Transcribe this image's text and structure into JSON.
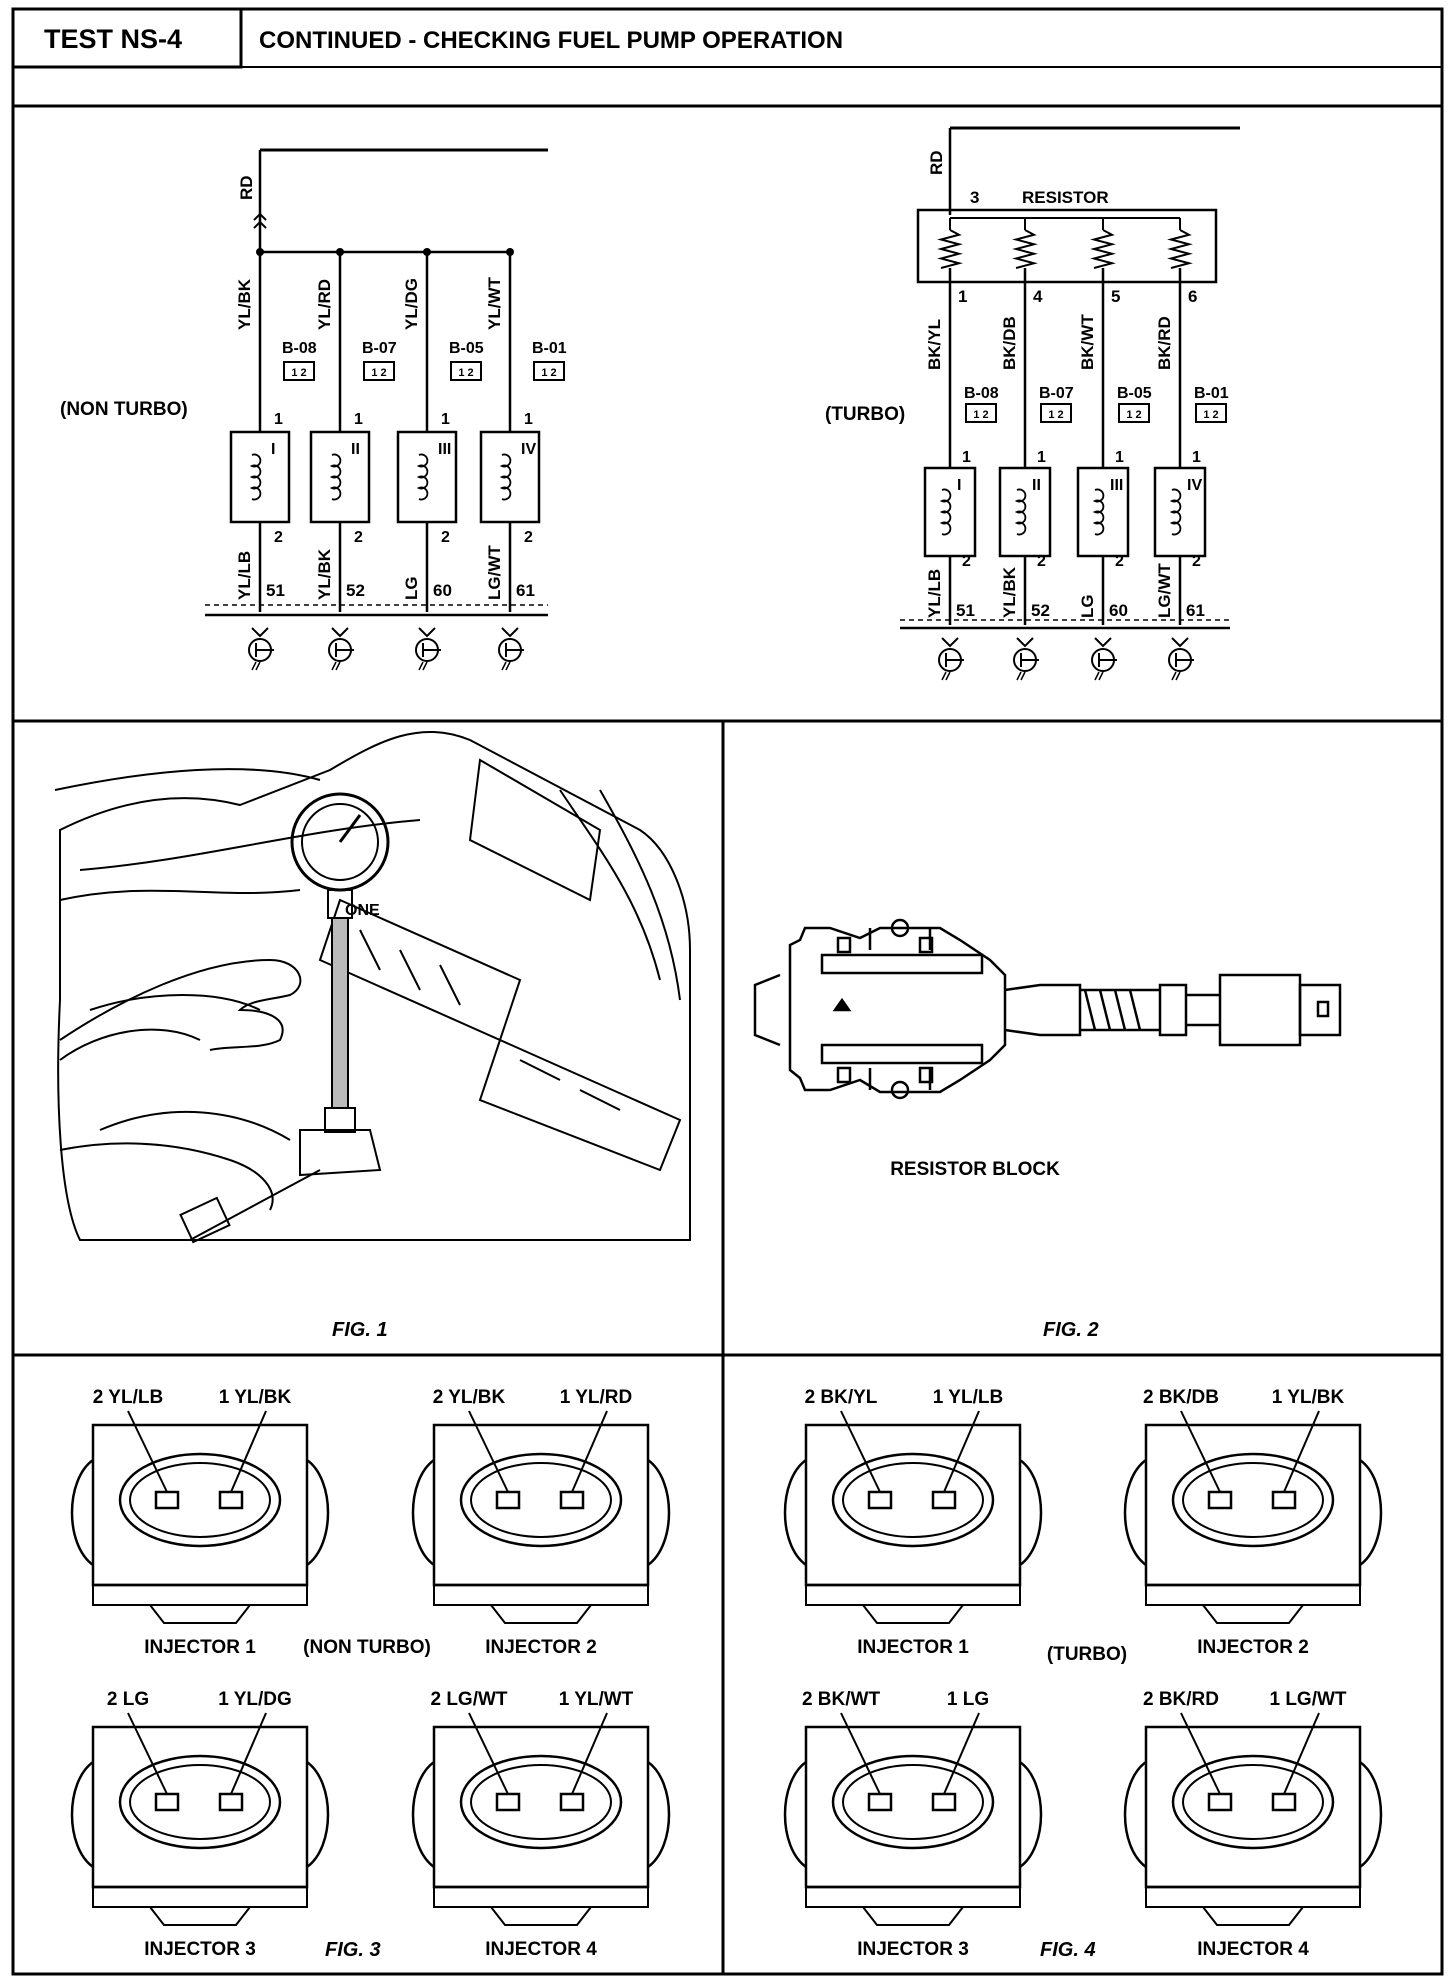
{
  "header": {
    "test_id": "TEST NS-4",
    "title": "CONTINUED - CHECKING FUEL PUMP OPERATION"
  },
  "non_turbo": {
    "label": "(NON TURBO)",
    "supply_wire": "RD",
    "injectors": [
      {
        "numeral": "I",
        "upper_wire": "YL/BK",
        "connector": "B-08",
        "lower_wire": "YL/LB",
        "terminal": "51"
      },
      {
        "numeral": "II",
        "upper_wire": "YL/RD",
        "connector": "B-07",
        "lower_wire": "YL/BK",
        "terminal": "52"
      },
      {
        "numeral": "III",
        "upper_wire": "YL/DG",
        "connector": "B-05",
        "lower_wire": "LG",
        "terminal": "60"
      },
      {
        "numeral": "IV",
        "upper_wire": "YL/WT",
        "connector": "B-01",
        "lower_wire": "LG/WT",
        "terminal": "61"
      }
    ],
    "pin_top": "1",
    "pin_bottom": "2",
    "connector_glyph": "1 2"
  },
  "turbo": {
    "label": "(TURBO)",
    "supply_wire": "RD",
    "resistor_pin": "3",
    "resistor_label": "RESISTOR",
    "injectors": [
      {
        "numeral": "I",
        "res_pin": "1",
        "upper_wire": "BK/YL",
        "connector": "B-08",
        "lower_wire": "YL/LB",
        "terminal": "51"
      },
      {
        "numeral": "II",
        "res_pin": "4",
        "upper_wire": "BK/DB",
        "connector": "B-07",
        "lower_wire": "YL/BK",
        "terminal": "52"
      },
      {
        "numeral": "III",
        "res_pin": "5",
        "upper_wire": "BK/WT",
        "connector": "B-05",
        "lower_wire": "LG",
        "terminal": "60"
      },
      {
        "numeral": "IV",
        "res_pin": "6",
        "upper_wire": "BK/RD",
        "connector": "B-01",
        "lower_wire": "LG/WT",
        "terminal": "61"
      }
    ],
    "pin_top": "1",
    "pin_bottom": "2",
    "connector_glyph": "1 2"
  },
  "fig1": {
    "caption": "FIG. 1"
  },
  "fig2": {
    "caption": "FIG. 2",
    "label": "RESISTOR BLOCK"
  },
  "fig3": {
    "caption": "FIG. 3",
    "mode": "(NON TURBO)",
    "injectors": [
      {
        "name": "INJECTOR 1",
        "pin2": "2 YL/LB",
        "pin1": "1 YL/BK"
      },
      {
        "name": "INJECTOR 2",
        "pin2": "2 YL/BK",
        "pin1": "1 YL/RD"
      },
      {
        "name": "INJECTOR 3",
        "pin2": "2 LG",
        "pin1": "1 YL/DG"
      },
      {
        "name": "INJECTOR 4",
        "pin2": "2 LG/WT",
        "pin1": "1 YL/WT"
      }
    ]
  },
  "fig4": {
    "caption": "FIG. 4",
    "mode": "(TURBO)",
    "injectors": [
      {
        "name": "INJECTOR 1",
        "pin2": "2 BK/YL",
        "pin1": "1 YL/LB"
      },
      {
        "name": "INJECTOR 2",
        "pin2": "2 BK/DB",
        "pin1": "1 YL/BK"
      },
      {
        "name": "INJECTOR 3",
        "pin2": "2 BK/WT",
        "pin1": "1 LG"
      },
      {
        "name": "INJECTOR 4",
        "pin2": "2 BK/RD",
        "pin1": "1 LG/WT"
      }
    ]
  }
}
